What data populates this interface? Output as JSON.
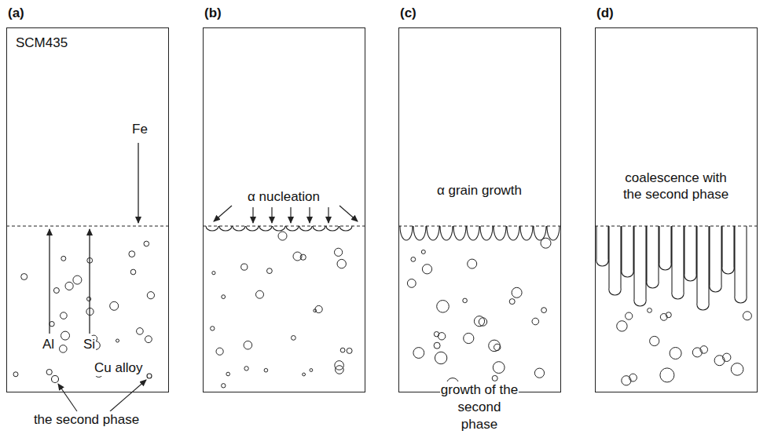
{
  "diagram": {
    "nodes": [
      {
        "text": [
          "(a)",
          "SCM435",
          "Fe",
          "Al",
          "Si",
          "Cu alloy"
        ]
      },
      {
        "text": [
          "(b)",
          "α nucleation"
        ]
      },
      {
        "text": [
          "(c)",
          "α grain growth"
        ]
      },
      {
        "text": [
          "(d)",
          "coalescence with the second phase"
        ]
      }
    ],
    "labels": [
      "the second phase",
      "growth of the second phase"
    ]
  }
}
